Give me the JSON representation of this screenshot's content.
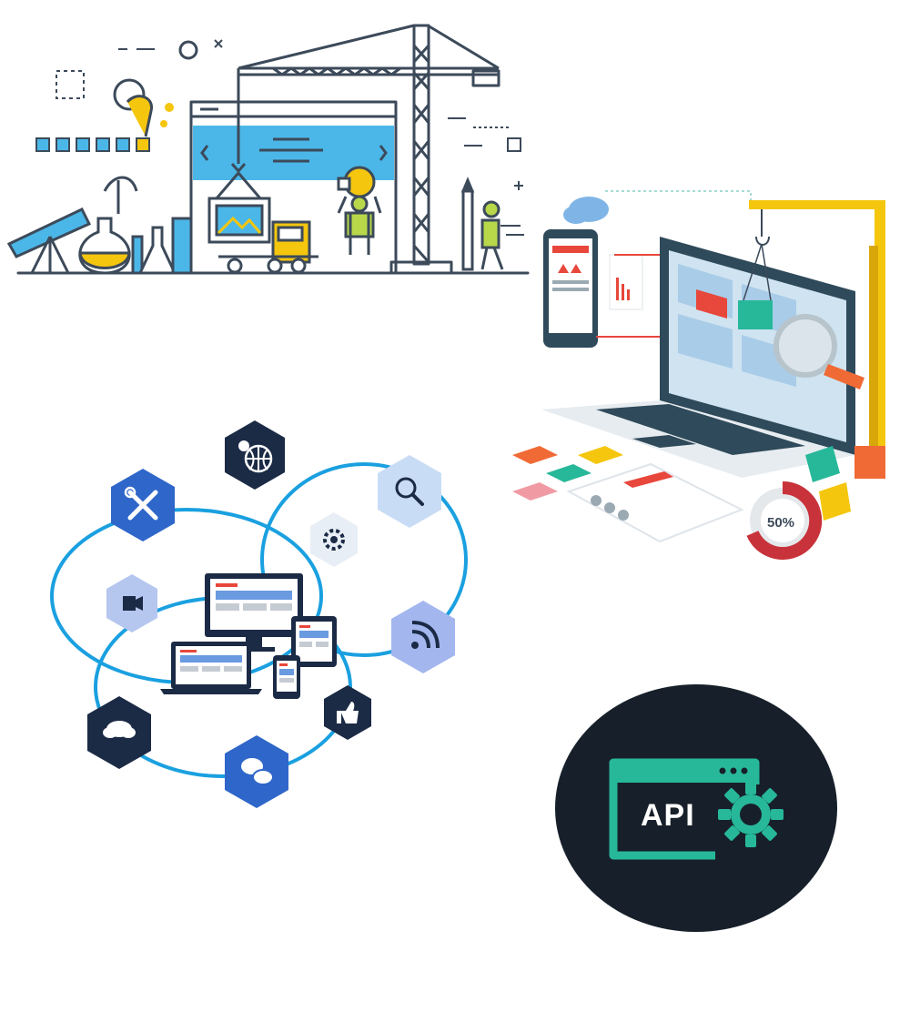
{
  "illustrations": [
    {
      "name": "construction-web-illustration"
    },
    {
      "name": "laptop-seo-illustration",
      "badge_text": "50%"
    },
    {
      "name": "responsive-network-illustration"
    },
    {
      "name": "api-badge",
      "label": "API"
    }
  ],
  "colors": {
    "line": "#3c4a5a",
    "blue": "#4bb7e8",
    "yellow": "#f5c60e",
    "green": "#b8d84a",
    "navy": "#1b2a45",
    "royal": "#2f66c9",
    "ring": "#1aa0e0",
    "api_bg": "#17202a",
    "api_teal": "#27b89a",
    "red": "#e8473b",
    "orange": "#f06a35"
  },
  "icons": [
    "crane-icon",
    "telescope-icon",
    "flask-icon",
    "lightbulb-icon",
    "truck-icon",
    "pencil-icon",
    "globe-icon",
    "tools-icon",
    "search-icon",
    "gear-icon",
    "video-icon",
    "rss-icon",
    "cloud-icon",
    "thumbs-up-icon",
    "chat-icon",
    "monitor-icon",
    "tablet-icon",
    "phone-icon",
    "gear-icon"
  ]
}
